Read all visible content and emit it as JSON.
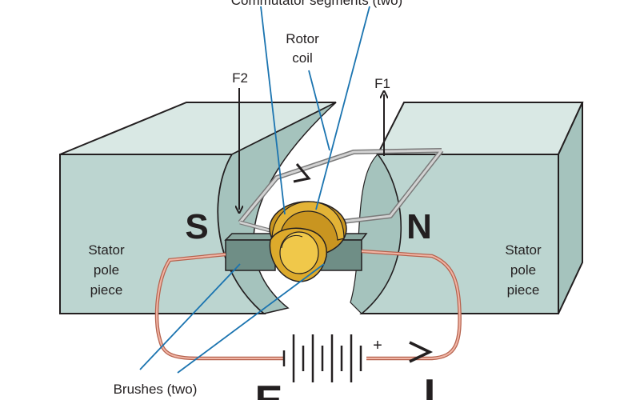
{
  "labels": {
    "commutator": "Commutator segments (two)",
    "rotor_line1": "Rotor",
    "rotor_line2": "coil",
    "f2": "F2",
    "f1": "F1",
    "south": "S",
    "north": "N",
    "stator_left_line1": "Stator",
    "stator_left_line2": "pole",
    "stator_left_line3": "piece",
    "stator_right_line1": "Stator",
    "stator_right_line2": "pole",
    "stator_right_line3": "piece",
    "brushes": "Brushes (two)",
    "plus": "+",
    "emf": "E",
    "current": "I"
  },
  "colors": {
    "stator_front": "#bcd5d0",
    "stator_top": "#d9e8e4",
    "stator_side": "#a5c3bd",
    "brush": "#6f8e86",
    "commutator": "#d9a52a",
    "wire": "#e29b86",
    "leader": "#1b74b0",
    "coil": "#9b9b9b"
  }
}
